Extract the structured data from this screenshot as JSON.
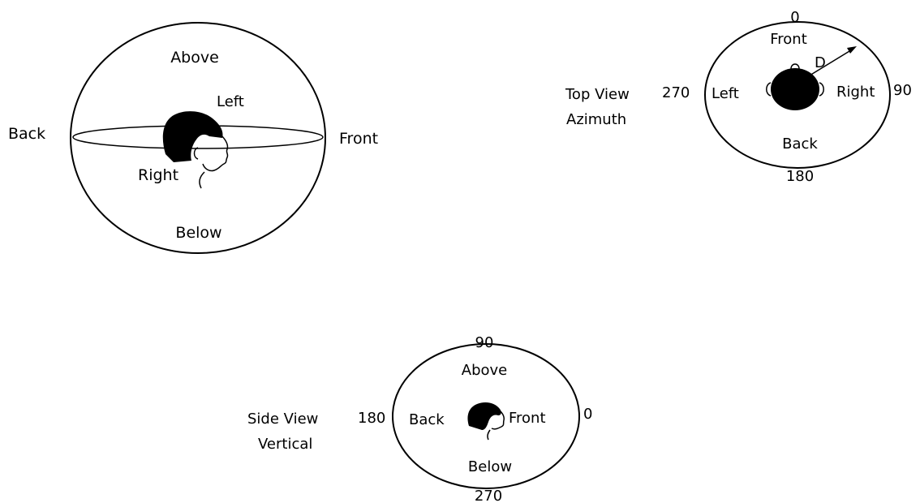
{
  "sphere": {
    "above": "Above",
    "below": "Below",
    "back": "Back",
    "front": "Front",
    "left": "Left",
    "right": "Right"
  },
  "top_view": {
    "title_line1": "Top View",
    "title_line2": "Azimuth",
    "deg_top": "0",
    "deg_right": "90",
    "deg_bottom": "180",
    "deg_left": "270",
    "front": "Front",
    "back": "Back",
    "left": "Left",
    "right": "Right",
    "distance": "D"
  },
  "side_view": {
    "title_line1": "Side View",
    "title_line2": "Vertical",
    "deg_top": "90",
    "deg_right": "0",
    "deg_left": "180",
    "deg_bottom": "270",
    "above": "Above",
    "below": "Below",
    "back": "Back",
    "front": "Front"
  },
  "colors": {
    "ink": "#000000",
    "background": "#ffffff"
  }
}
